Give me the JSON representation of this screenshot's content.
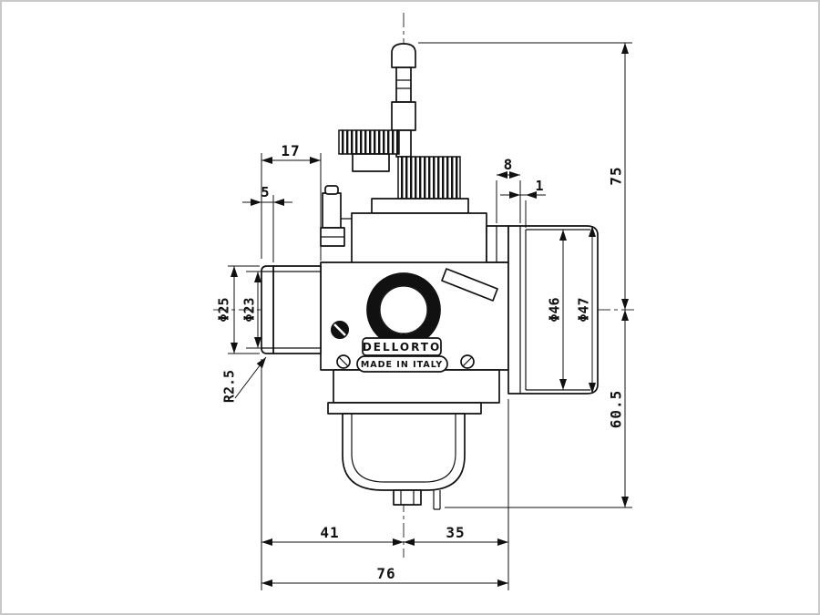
{
  "labels": {
    "brand": "DELLORTO",
    "origin": "MADE IN ITALY"
  },
  "dims": {
    "spigot_length": "17",
    "lip_width": "5",
    "bell_depth": "8",
    "bell_lip": "1",
    "height_above_center": "75",
    "height_below_center": "60.5",
    "inlet_outer": "Φ25",
    "inlet_bore": "Φ23",
    "bell_bore": "Φ46",
    "bell_outer": "Φ47",
    "lip_radius": "R2.5",
    "inlet_to_center": "41",
    "center_to_bell": "35",
    "overall_length": "76"
  },
  "colors": {
    "line": "#111111",
    "frame": "#c9c9c9",
    "background": "#ffffff"
  }
}
